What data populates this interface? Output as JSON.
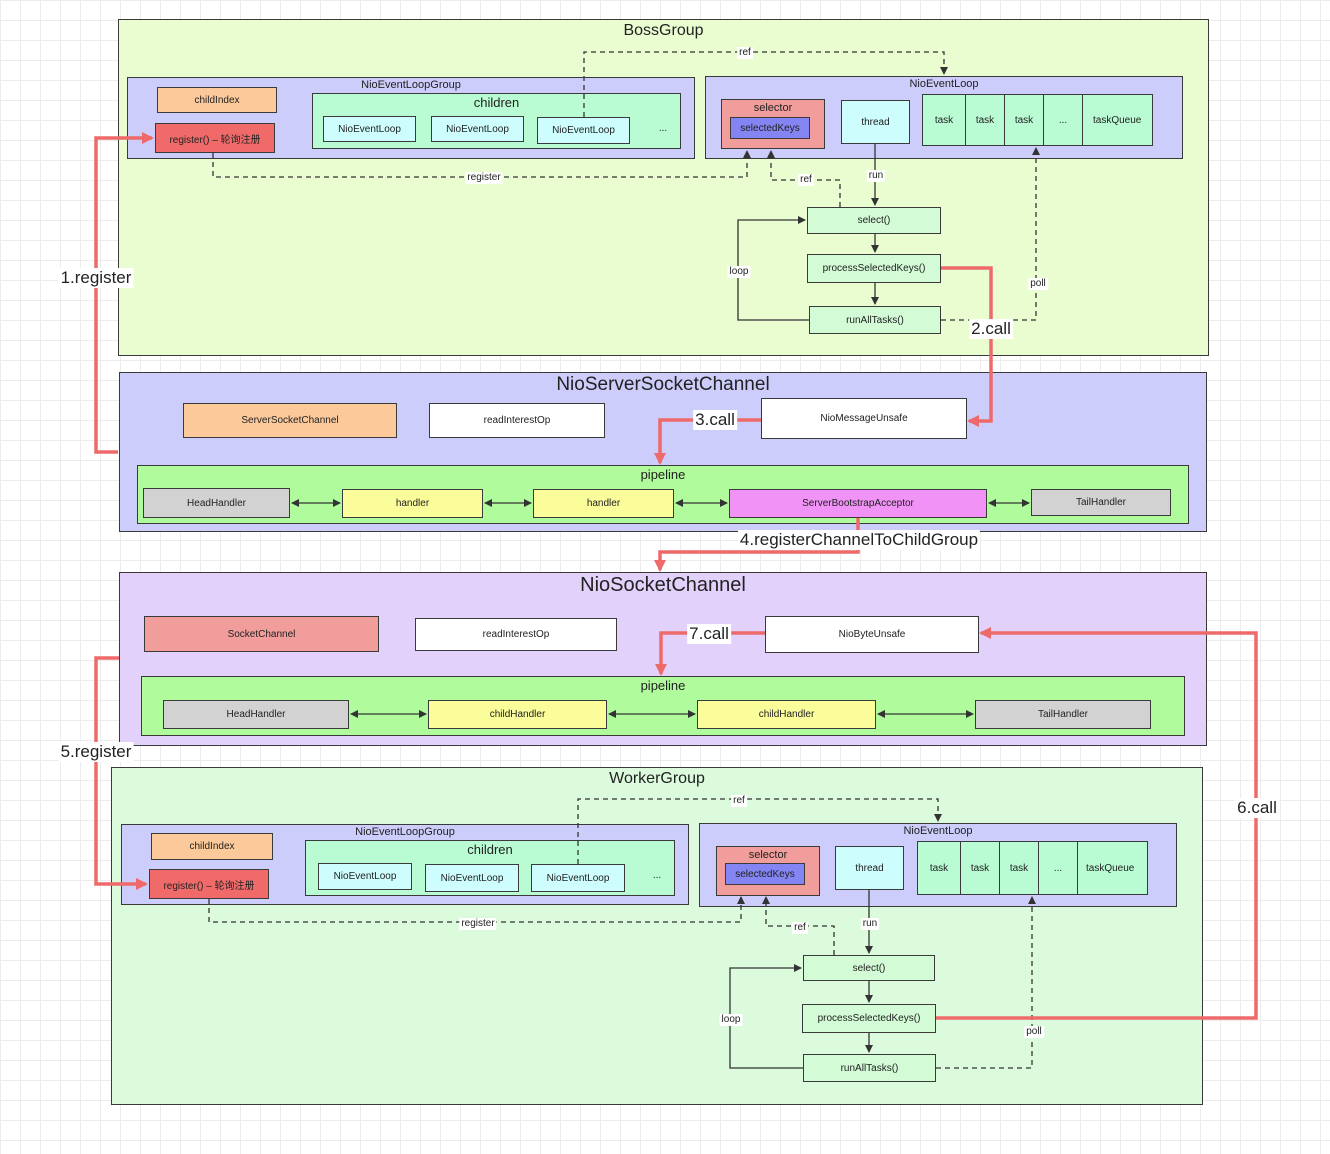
{
  "boss_group": {
    "title": "BossGroup",
    "loop_group": {
      "title": "NioEventLoopGroup",
      "child_index": "childIndex",
      "register": "register() – 轮询注册",
      "children": {
        "title": "children",
        "items": [
          "NioEventLoop",
          "NioEventLoop",
          "NioEventLoop"
        ],
        "more": "..."
      }
    },
    "event_loop": {
      "title": "NioEventLoop",
      "selector": "selector",
      "selected_keys": "selectedKeys",
      "thread": "thread",
      "tasks": [
        "task",
        "task",
        "task",
        "..."
      ],
      "task_queue": "taskQueue",
      "select": "select()",
      "process_keys": "processSelectedKeys()",
      "run_all_tasks": "runAllTasks()"
    },
    "labels": {
      "ref_top": "ref",
      "register": "register",
      "ref_selector": "ref",
      "run": "run",
      "loop": "loop",
      "poll": "poll"
    }
  },
  "server_channel": {
    "title": "NioServerSocketChannel",
    "server_socket_channel": "ServerSocketChannel",
    "read_interest_op": "readInterestOp",
    "unsafe": "NioMessageUnsafe",
    "pipeline": {
      "title": "pipeline",
      "handlers": [
        "HeadHandler",
        "handler",
        "handler",
        "ServerBootstrapAcceptor",
        "TailHandler"
      ]
    }
  },
  "socket_channel": {
    "title": "NioSocketChannel",
    "socket_channel": "SocketChannel",
    "read_interest_op": "readInterestOp",
    "unsafe": "NioByteUnsafe",
    "pipeline": {
      "title": "pipeline",
      "handlers": [
        "HeadHandler",
        "childHandler",
        "childHandler",
        "TailHandler"
      ]
    }
  },
  "worker_group": {
    "title": "WorkerGroup",
    "loop_group": {
      "title": "NioEventLoopGroup",
      "child_index": "childIndex",
      "register": "register() – 轮询注册",
      "children": {
        "title": "children",
        "items": [
          "NioEventLoop",
          "NioEventLoop",
          "NioEventLoop"
        ],
        "more": "..."
      }
    },
    "event_loop": {
      "title": "NioEventLoop",
      "selector": "selector",
      "selected_keys": "selectedKeys",
      "thread": "thread",
      "tasks": [
        "task",
        "task",
        "task",
        "..."
      ],
      "task_queue": "taskQueue",
      "select": "select()",
      "process_keys": "processSelectedKeys()",
      "run_all_tasks": "runAllTasks()"
    },
    "labels": {
      "ref_top": "ref",
      "register": "register",
      "ref_selector": "ref",
      "run": "run",
      "loop": "loop",
      "poll": "poll"
    }
  },
  "steps": [
    "1.register",
    "2.call",
    "3.call",
    "4.registerChannelToChildGroup",
    "5.register",
    "6.call",
    "7.call"
  ],
  "colors": {
    "flow": "#ee6a6a",
    "line": "#333333"
  }
}
